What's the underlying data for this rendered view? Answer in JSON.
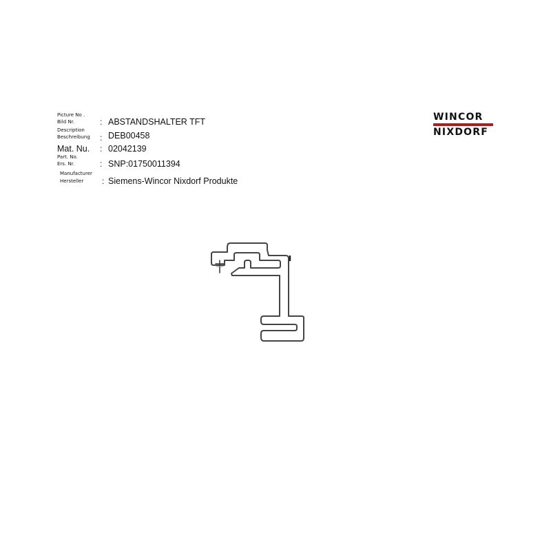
{
  "header": {
    "fields": [
      {
        "label_line1": "Picture No .",
        "label_line2": "Bild Nr.",
        "value": "ABSTANDSHALTER TFT"
      },
      {
        "label_line1": "Description",
        "label_line2": "Beschreibung",
        "value": "DEB00458"
      },
      {
        "label": "Mat. Nu.",
        "value": "02042139"
      },
      {
        "label_line1": "Part. No.",
        "label_line2": "Ers. Nr.",
        "value": "SNP:01750011394"
      },
      {
        "label_line1": "Manufacturer",
        "label_line2": "Hersteller",
        "value": "Siemens-Wincor Nixdorf Produkte"
      }
    ],
    "separator": ":"
  },
  "logo": {
    "line1": "WINCOR",
    "line2": "NIXDORF",
    "bar_color": "#b01c1c"
  },
  "drawing": {
    "subject": "spacer-bracket-outline",
    "stroke_color": "#444444"
  }
}
